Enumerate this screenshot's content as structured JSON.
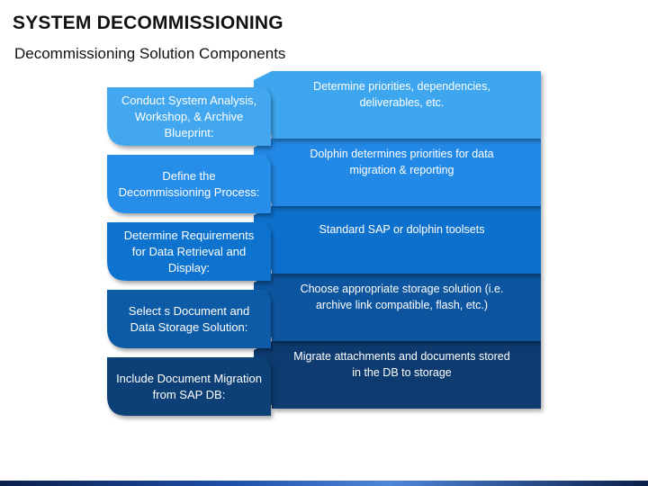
{
  "title": "SYSTEM DECOMMISSIONING",
  "subtitle": "Decommissioning Solution Components",
  "steps": [
    {
      "label": "Conduct System Analysis, Workshop, & Archive Blueprint:",
      "description": "Determine priorities, dependencies, deliverables, etc.",
      "color": "#3ea6ee",
      "label_color": "#42a7ef"
    },
    {
      "label": "Define the Decommissioning Process:",
      "description": "Dolphin determines priorities for data migration & reporting",
      "color": "#2289e6",
      "label_color": "#258de8"
    },
    {
      "label": "Determine Requirements for Data Retrieval and Display:",
      "description": "Standard SAP or dolphin toolsets",
      "color": "#0d70cc",
      "label_color": "#1173cf"
    },
    {
      "label": "Select s Document and Data Storage Solution:",
      "description": "Choose appropriate storage solution (i.e. archive  link compatible, flash, etc.)",
      "color": "#0c559f",
      "label_color": "#0f5aa6"
    },
    {
      "label": "Include Document Migration from SAP DB:",
      "description": "Migrate attachments and documents stored in the DB to storage",
      "color": "#0b3b6f",
      "label_color": "#0d3f76"
    }
  ]
}
